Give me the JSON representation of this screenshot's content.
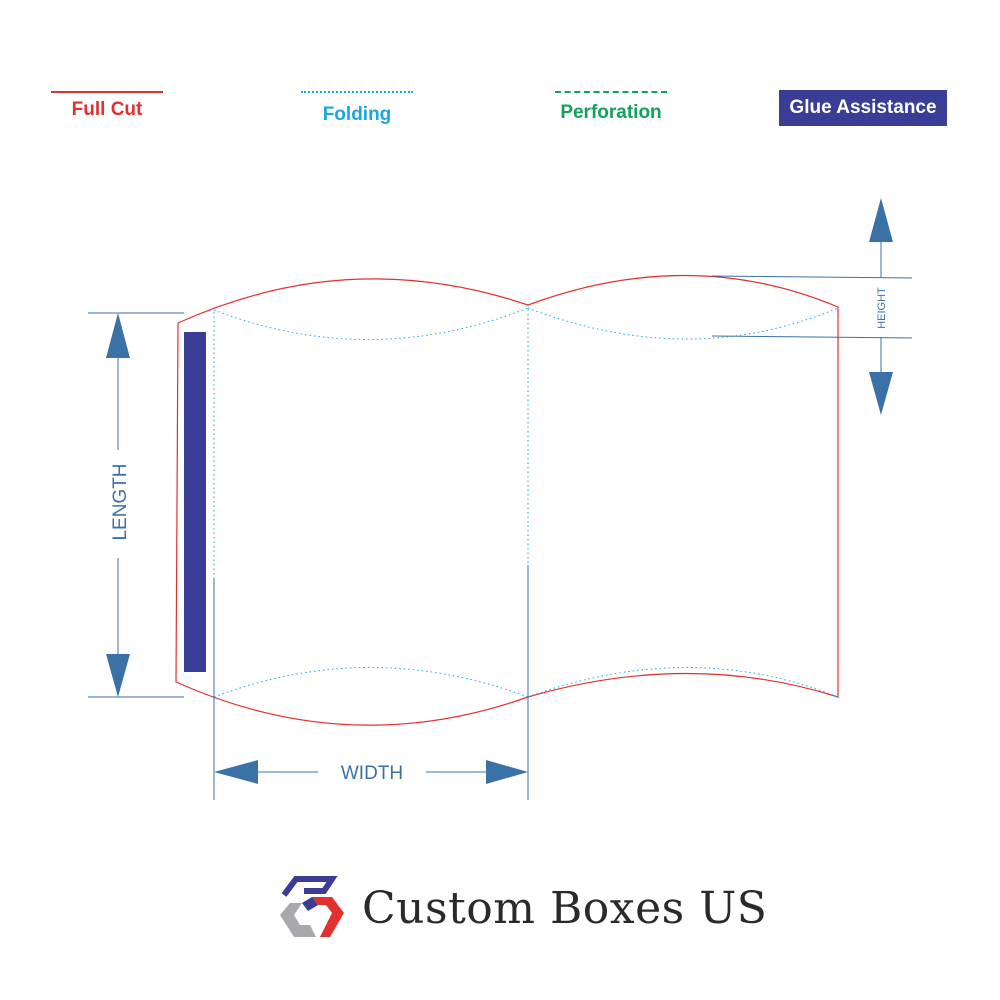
{
  "legend": {
    "full_cut": {
      "label": "Full Cut",
      "color": "#e0312f"
    },
    "folding": {
      "label": "Folding",
      "color": "#1aa6e0"
    },
    "perforation": {
      "label": "Perforation",
      "color": "#13a05a"
    },
    "glue": {
      "label": "Glue Assistance",
      "color": "#3a3d96"
    }
  },
  "dimensions": {
    "length": "LENGTH",
    "width": "WIDTH",
    "height": "HEIGHT",
    "color": "#3a72a8"
  },
  "brand": {
    "name": "Custom Boxes US",
    "logo_colors": [
      "#3a3d96",
      "#e0312f",
      "#a7a9ac"
    ]
  }
}
